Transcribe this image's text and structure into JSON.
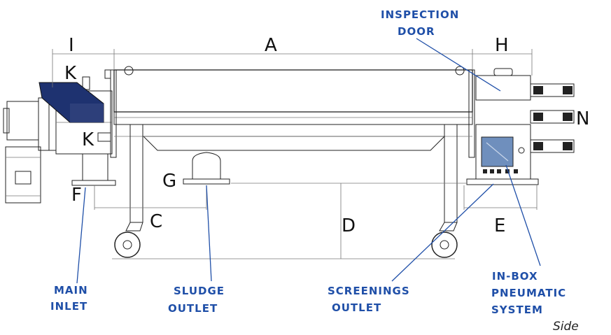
{
  "dimension_labels": {
    "A": "A",
    "H": "H",
    "I": "I",
    "K_top": "K",
    "K_bottom": "K",
    "N": "N",
    "F": "F",
    "G": "G",
    "C": "C",
    "D": "D",
    "E": "E"
  },
  "callouts": {
    "inspection_door": [
      "INSPECTION",
      "DOOR"
    ],
    "main_inlet": [
      "MAIN",
      "INLET"
    ],
    "sludge_outlet": [
      "SLUDGE",
      "OUTLET"
    ],
    "screenings_outlet": [
      "SCREENINGS",
      "OUTLET"
    ],
    "in_box_pneumatic_system": [
      "IN-BOX",
      "PNEUMATIC",
      "SYSTEM"
    ]
  },
  "caption": "Side",
  "colors": {
    "callout": "#1f4fa8",
    "hopper": "#1e3270",
    "panel_window": "#6f8fbd"
  }
}
